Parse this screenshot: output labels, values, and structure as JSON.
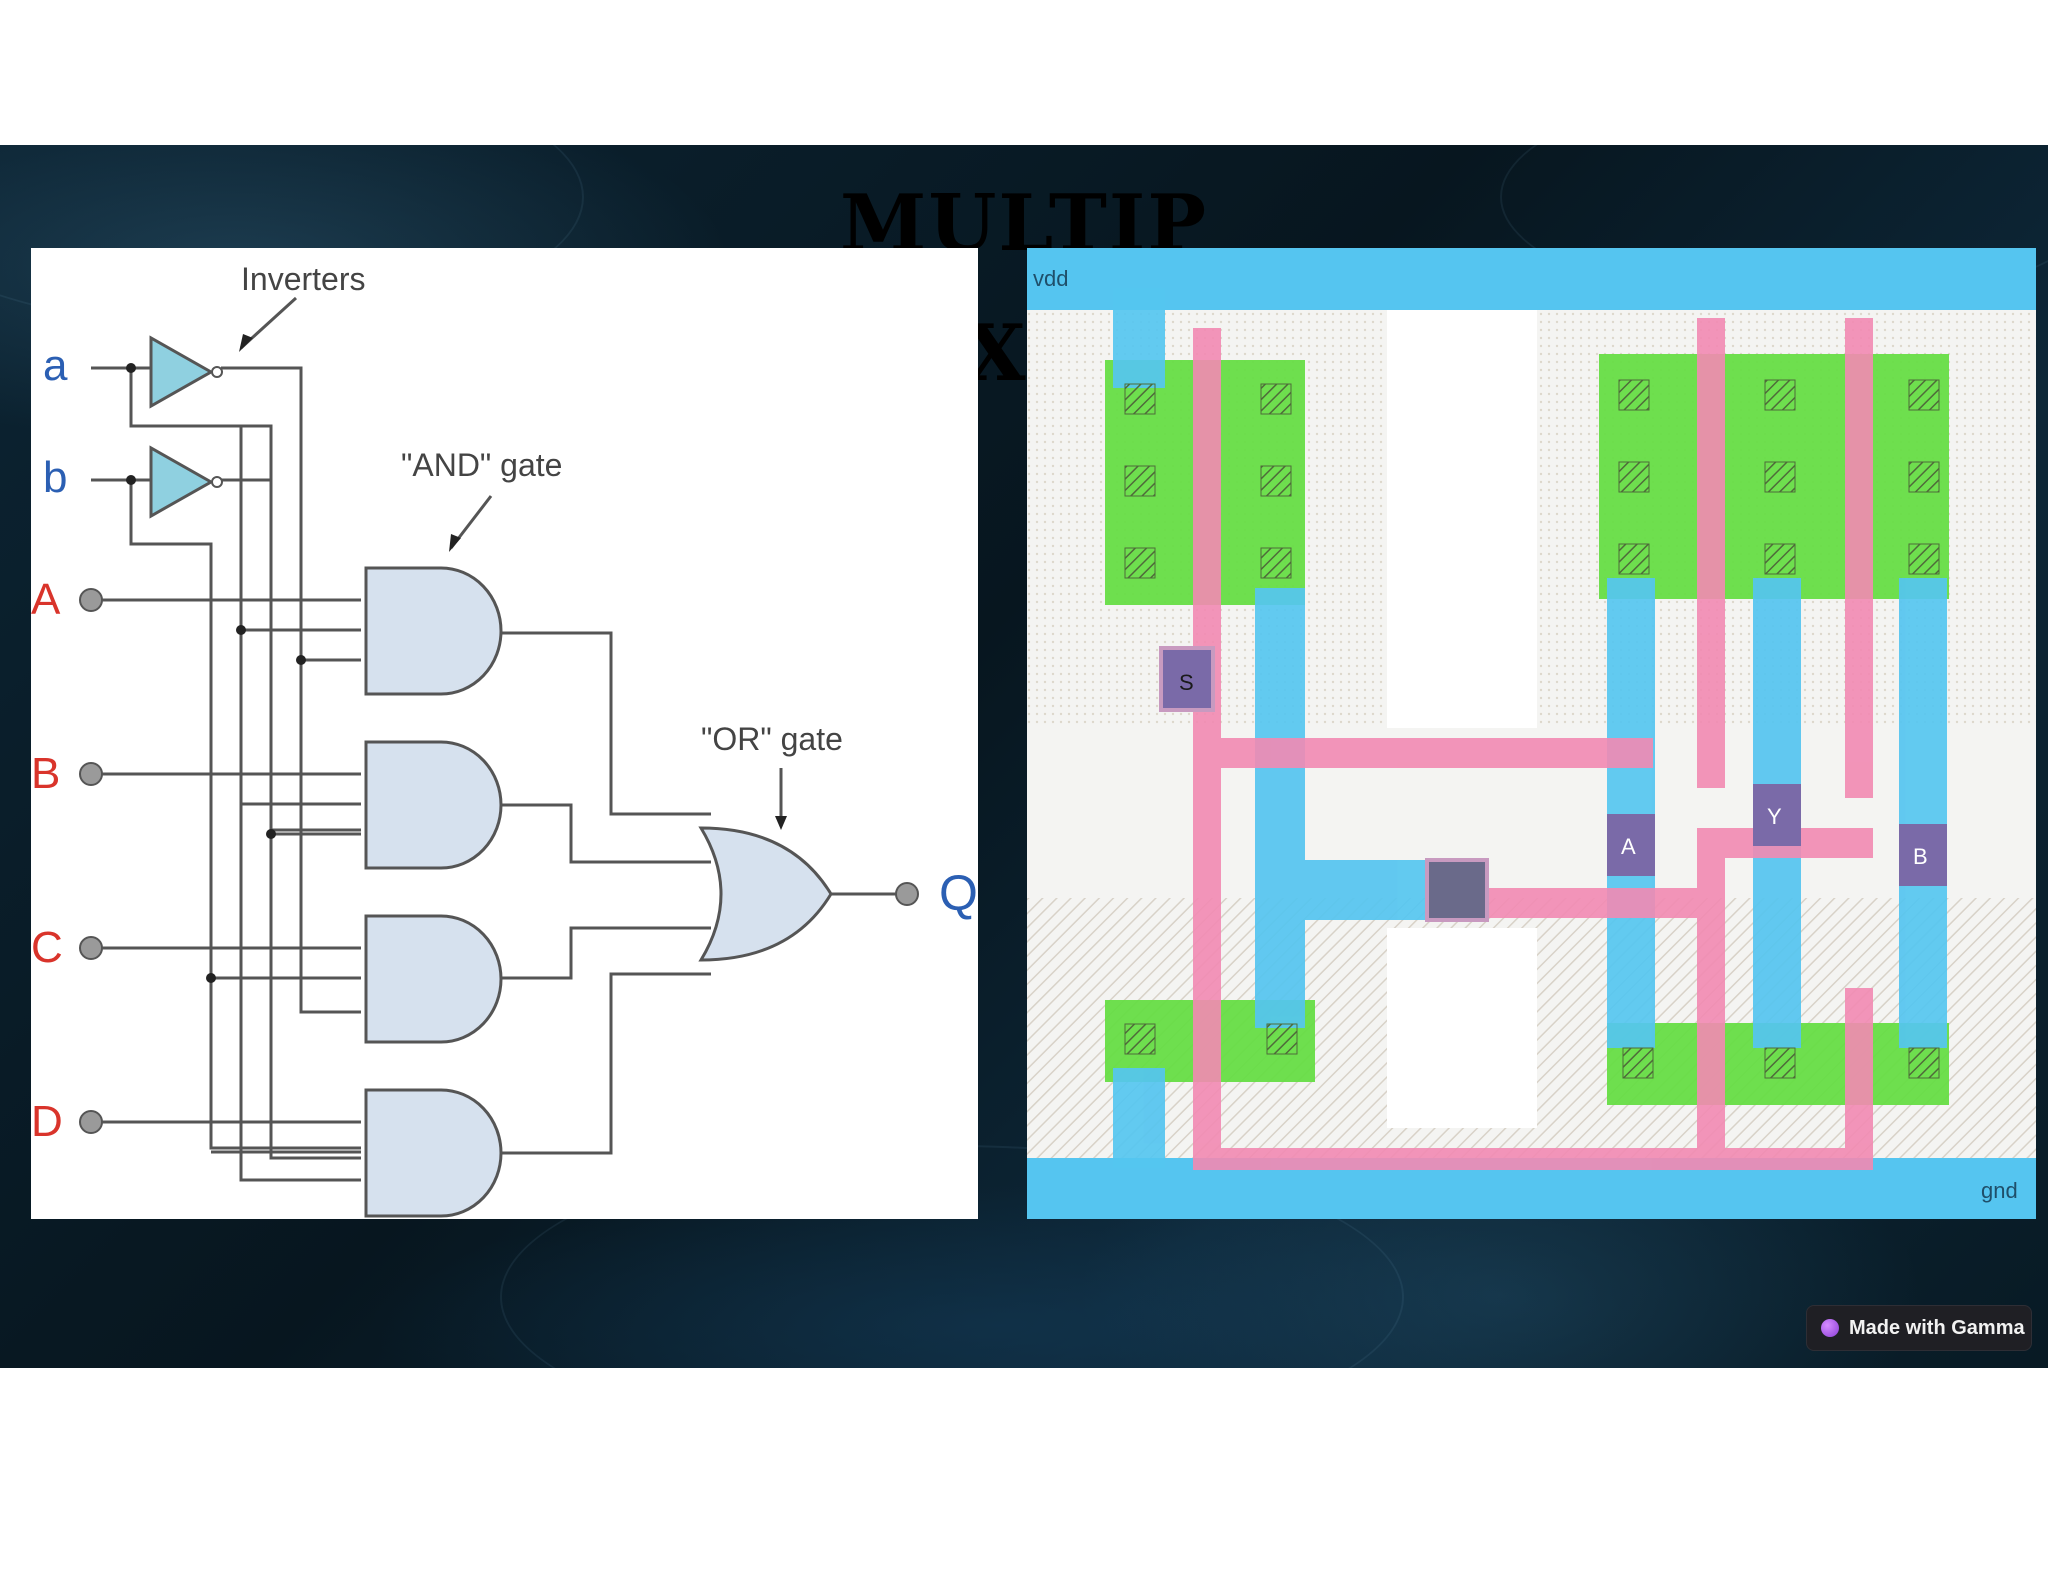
{
  "slide": {
    "title_line1": "MULTIP",
    "title_line2": "X"
  },
  "logic_diagram": {
    "annotations": {
      "inverters": "Inverters",
      "and_gate": "\"AND\" gate",
      "or_gate": "\"OR\" gate"
    },
    "select_inputs": [
      "a",
      "b"
    ],
    "data_inputs": [
      "A",
      "B",
      "C",
      "D"
    ],
    "output": "Q",
    "colors": {
      "select_label": "#2b5fb3",
      "data_label": "#d9342b",
      "output_label": "#2b5fb3",
      "inverter_fill": "#8fd0e0",
      "gate_fill": "#d6e1ee"
    }
  },
  "layout_diagram": {
    "rails": {
      "top": "vdd",
      "bottom": "gnd"
    },
    "pins": {
      "s": "S",
      "a": "A",
      "y": "Y",
      "b": "B"
    },
    "colors": {
      "metal": "#55c5f0",
      "diffusion": "#66dd44",
      "poly": "#f28ab2",
      "pin": "#7a6aa8"
    }
  },
  "badge": {
    "label": "Made with Gamma",
    "icon": "gamma-logo-icon"
  }
}
